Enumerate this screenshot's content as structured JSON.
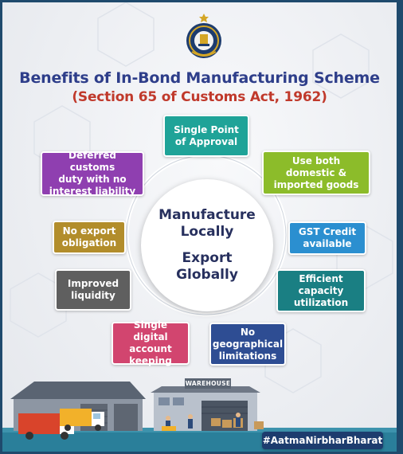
{
  "header": {
    "title": "Benefits of In-Bond Manufacturing Scheme",
    "subtitle": "(Section 65 of Customs Act, 1962)"
  },
  "center": {
    "line1": "Manufacture",
    "line2": "Locally",
    "line3": "Export",
    "line4": "Globally"
  },
  "benefits": [
    {
      "id": "approval",
      "text": "Single Point\nof Approval",
      "color": "#1fa398"
    },
    {
      "id": "domestic",
      "text": "Use both\ndomestic &\nimported goods",
      "color": "#8cbc2a"
    },
    {
      "id": "gst",
      "text": "GST Credit\navailable",
      "color": "#2b8fd0"
    },
    {
      "id": "capacity",
      "text": "Efficient\ncapacity\nutilization",
      "color": "#1a7f83"
    },
    {
      "id": "geo",
      "text": "No\ngeographical\nlimitations",
      "color": "#2e4d93"
    },
    {
      "id": "digital",
      "text": "Single digital\naccount\nkeeping",
      "color": "#d2456f"
    },
    {
      "id": "liquidity",
      "text": "Improved\nliquidity",
      "color": "#5f5f5f"
    },
    {
      "id": "noexport",
      "text": "No export\nobligation",
      "color": "#b28d2b"
    },
    {
      "id": "deferred",
      "text": "Deferred customs\nduty with no\ninterest liability",
      "color": "#8f3fb0"
    }
  ],
  "scene": {
    "warehouse_sign": "WAREHOUSE",
    "hashtag": "#AatmaNirbharBharat"
  },
  "colors": {
    "title": "#2e3e8a",
    "subtitle": "#c0392b",
    "frame": "#1f4a6d"
  }
}
